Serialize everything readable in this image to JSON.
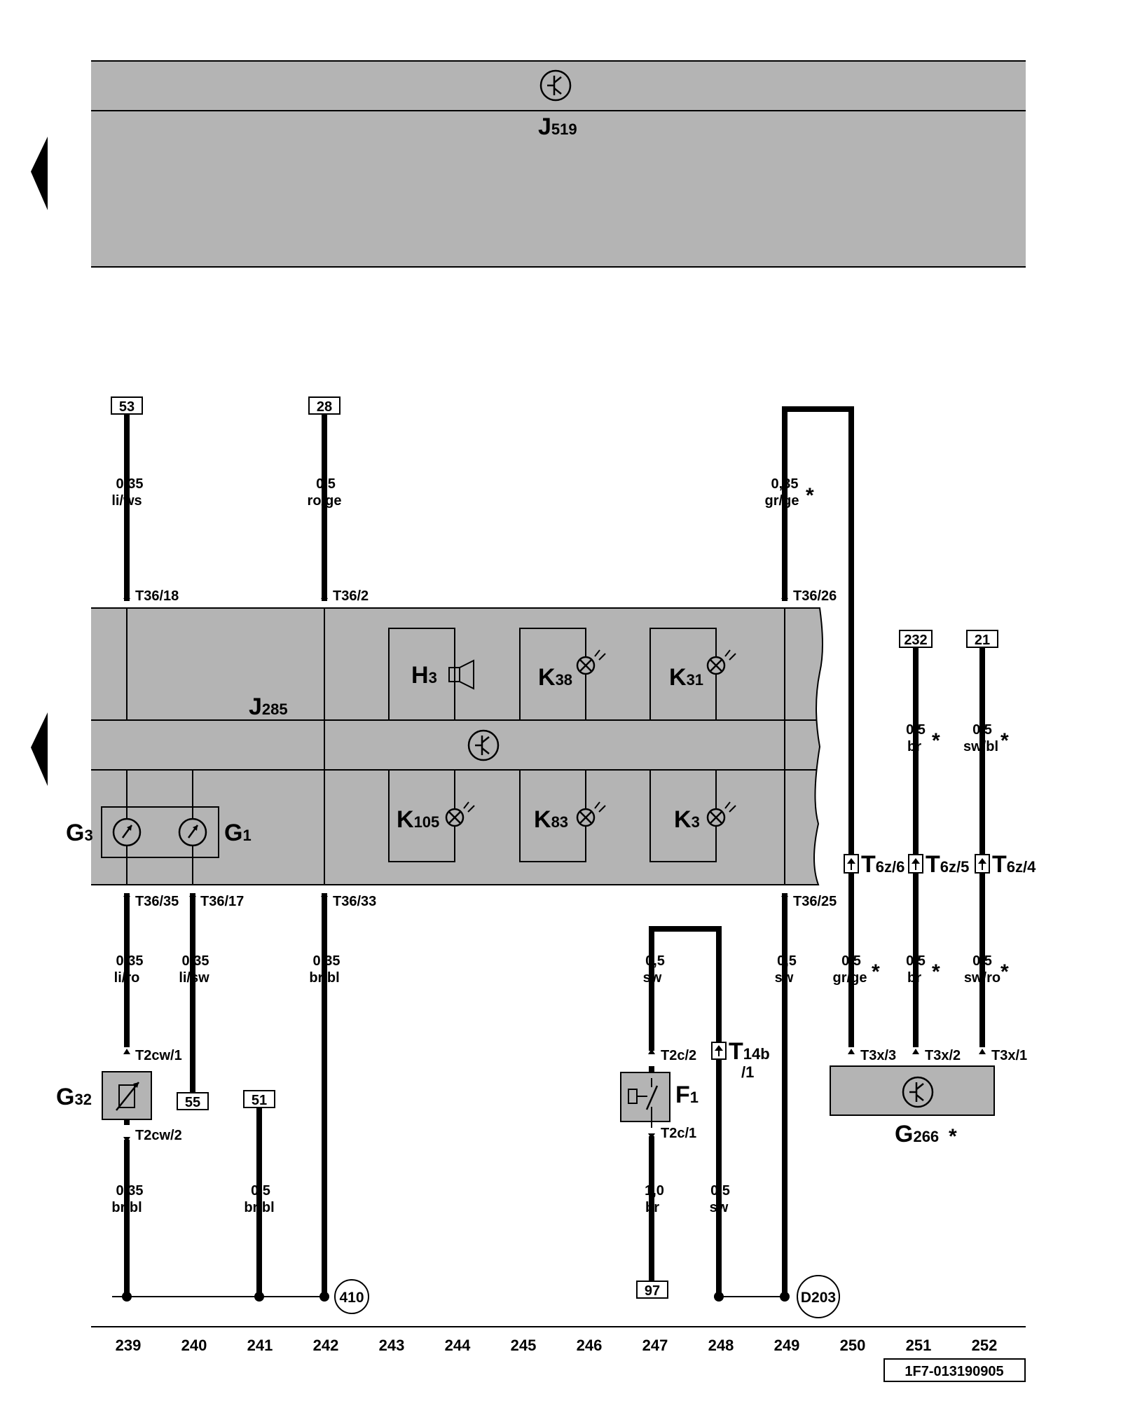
{
  "units": {
    "J519": {
      "name": "J",
      "sub": "519"
    },
    "J285": {
      "name": "J",
      "sub": "285"
    }
  },
  "components": {
    "H3": {
      "name": "H",
      "sub": "3"
    },
    "K38": {
      "name": "K",
      "sub": "38"
    },
    "K31": {
      "name": "K",
      "sub": "31"
    },
    "K105": {
      "name": "K",
      "sub": "105"
    },
    "K83": {
      "name": "K",
      "sub": "83"
    },
    "K3": {
      "name": "K",
      "sub": "3"
    },
    "G3": {
      "name": "G",
      "sub": "3"
    },
    "G1": {
      "name": "G",
      "sub": "1"
    },
    "G32": {
      "name": "G",
      "sub": "32"
    },
    "F1": {
      "name": "F",
      "sub": "1"
    },
    "G266": {
      "name": "G",
      "sub": "266"
    }
  },
  "refs": {
    "r53": "53",
    "r28": "28",
    "r232": "232",
    "r21": "21",
    "r55": "55",
    "r51": "51",
    "r97": "97"
  },
  "grounds": {
    "g410": "410",
    "gD203": "D203"
  },
  "wires": {
    "w239a": {
      "size": "0,35",
      "color": "li/ws"
    },
    "w242a": {
      "size": "0,5",
      "color": "ro/ge"
    },
    "w249a": {
      "size": "0,35",
      "color": "gr/ge"
    },
    "w251a": {
      "size": "0,5",
      "color": "br"
    },
    "w252a": {
      "size": "0,5",
      "color": "sw/bl"
    },
    "w239b": {
      "size": "0,35",
      "color": "li/ro"
    },
    "w240b": {
      "size": "0,35",
      "color": "li/sw"
    },
    "w242b": {
      "size": "0,35",
      "color": "br/bl"
    },
    "w247b": {
      "size": "0,5",
      "color": "sw"
    },
    "w249b": {
      "size": "0,5",
      "color": "sw"
    },
    "w250b": {
      "size": "0,5",
      "color": "gr/ge"
    },
    "w251b": {
      "size": "0,5",
      "color": "br"
    },
    "w252b": {
      "size": "0,5",
      "color": "sw/ro"
    },
    "w239c": {
      "size": "0,35",
      "color": "br/bl"
    },
    "w241c": {
      "size": "0,5",
      "color": "br/bl"
    },
    "w247c": {
      "size": "1,0",
      "color": "br"
    },
    "w248c": {
      "size": "0,5",
      "color": "sw"
    }
  },
  "pins": {
    "T36_18": "T36/18",
    "T36_2": "T36/2",
    "T36_26": "T36/26",
    "T36_35": "T36/35",
    "T36_17": "T36/17",
    "T36_33": "T36/33",
    "T36_25": "T36/25",
    "T2cw_1": "T2cw/1",
    "T2cw_2": "T2cw/2",
    "T2c_2": "T2c/2",
    "T2c_1": "T2c/1",
    "T3x_3": "T3x/3",
    "T3x_2": "T3x/2",
    "T3x_1": "T3x/1"
  },
  "connectors": {
    "T6z6": {
      "name": "T",
      "sub": "6z/6"
    },
    "T6z5": {
      "name": "T",
      "sub": "6z/5"
    },
    "T6z4": {
      "name": "T",
      "sub": "6z/4"
    },
    "T14b": {
      "name": "T",
      "sub": "14b",
      "sub2": "/1"
    }
  },
  "star_symbol": "*",
  "columns": [
    "239",
    "240",
    "241",
    "242",
    "243",
    "244",
    "245",
    "246",
    "247",
    "248",
    "249",
    "250",
    "251",
    "252"
  ],
  "doc_id": "1F7-013190905",
  "colors": {
    "unit_fill": "#b4b4b4",
    "line": "#000000",
    "background": "#ffffff"
  }
}
